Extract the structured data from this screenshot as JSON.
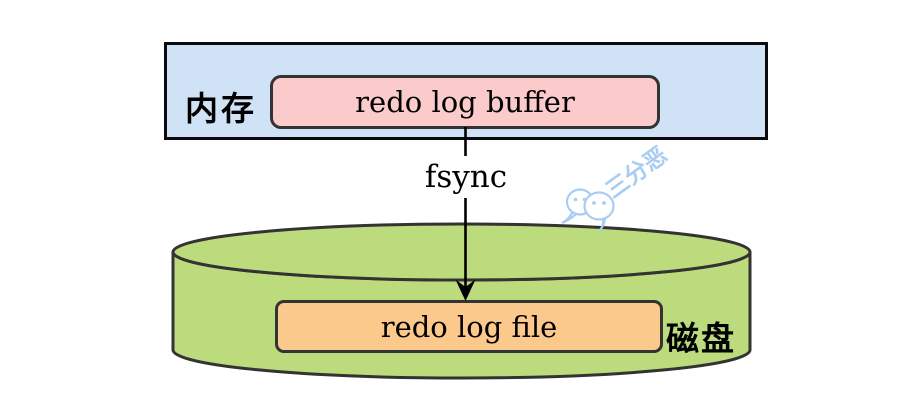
{
  "memory": {
    "label": "内存",
    "buffer_label": "redo log buffer"
  },
  "connector": {
    "label": "fsync"
  },
  "disk": {
    "label": "磁盘",
    "file_label": "redo log file"
  },
  "watermark": {
    "text": "三分恶",
    "icon": "wechat-chat-bubbles"
  },
  "colors": {
    "memory_fill": "#cfe2f6",
    "buffer_fill": "#fbcaca",
    "disk_fill": "#bbdb7d",
    "file_fill": "#fcc98c",
    "outline": "#333333",
    "arrow": "#000000",
    "watermark_blue": "#a9cdf2"
  }
}
